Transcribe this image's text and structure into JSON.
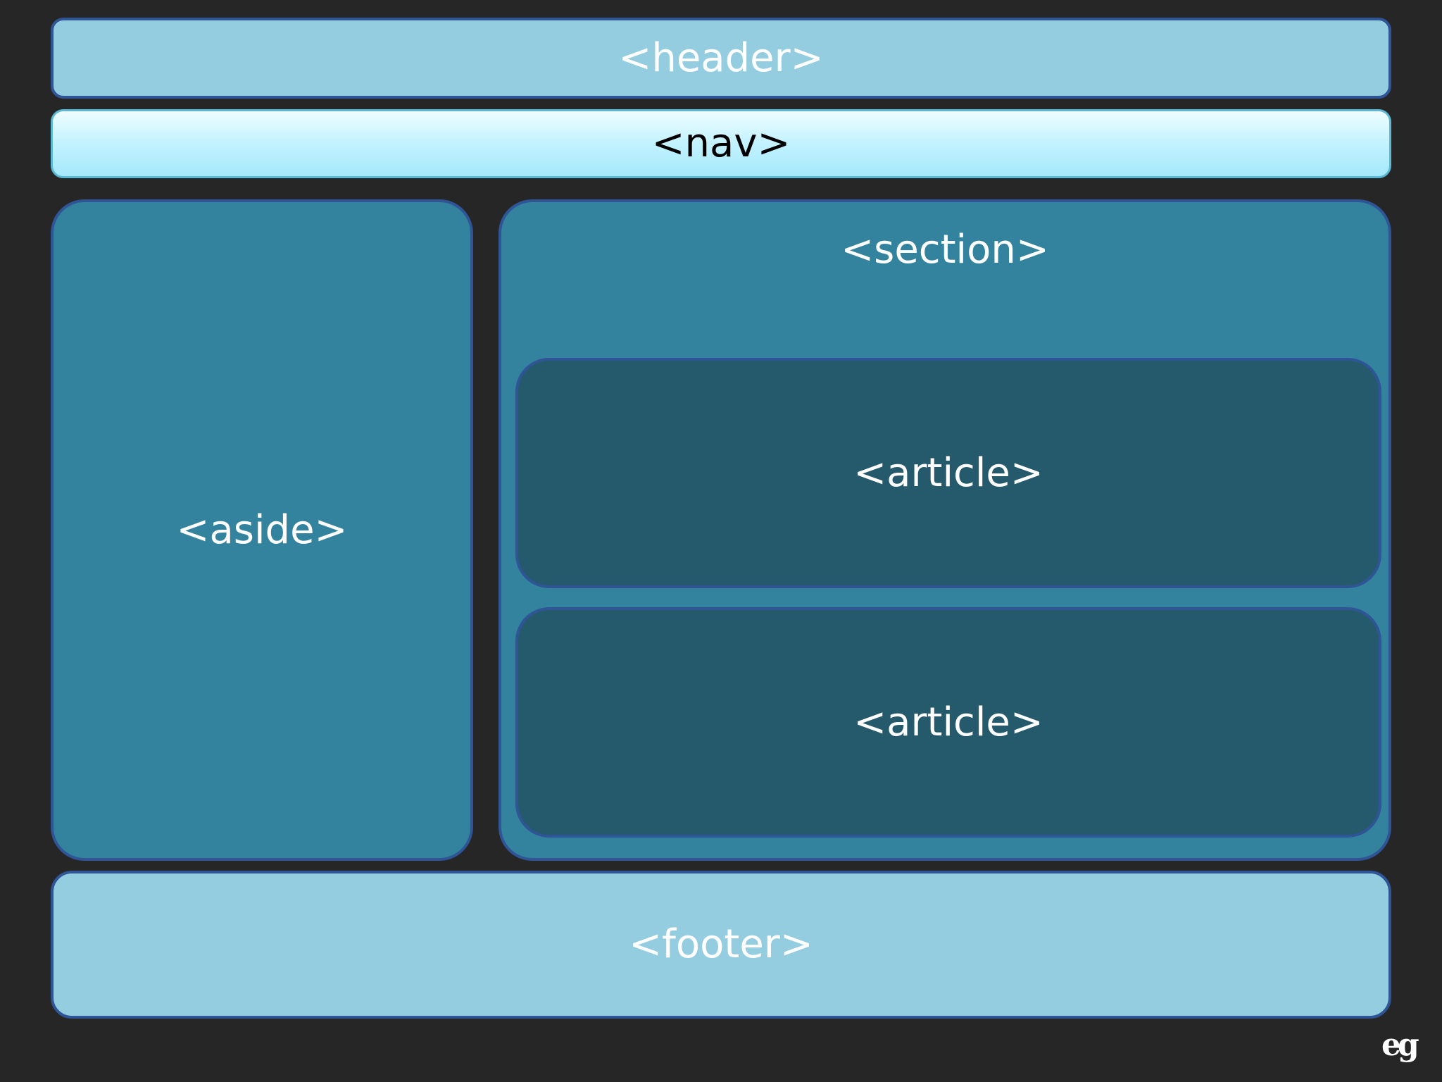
{
  "diagram": {
    "header_label": "<header>",
    "nav_label": "<nav>",
    "aside_label": "<aside>",
    "section_label": "<section>",
    "articles": [
      {
        "label": "<article>"
      },
      {
        "label": "<article>"
      }
    ],
    "footer_label": "<footer>"
  },
  "logo": {
    "text": "eg"
  },
  "colors": {
    "background": "#262626",
    "header_footer_fill": "#93cddf",
    "nav_fill": "#c6f3ff",
    "aside_section_fill": "#33839e",
    "article_fill": "#245a6b",
    "outline": "#2f5597"
  }
}
